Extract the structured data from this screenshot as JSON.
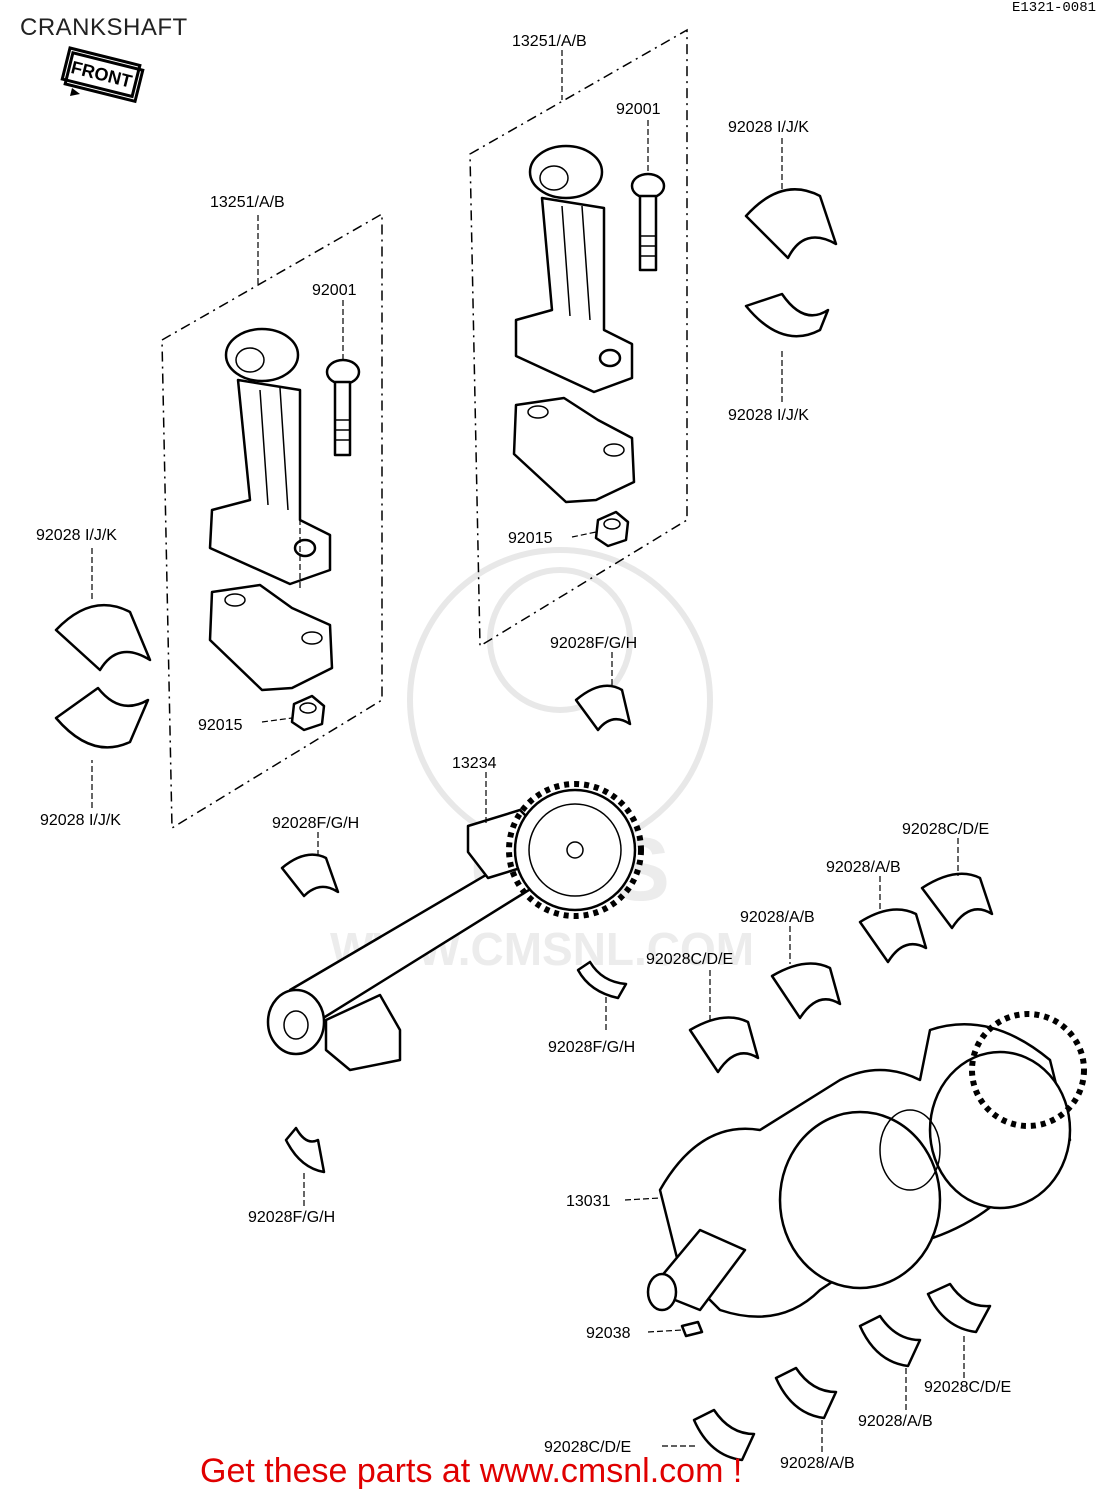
{
  "page_title": "CRANKSHAFT",
  "diagram_code": "E1321-0081",
  "front_label": "FRONT",
  "watermark": {
    "brand": "CMS",
    "url": "WWW.CMSNL.COM"
  },
  "footer_link": "Get these parts at www.cmsnl.com !",
  "callouts": {
    "conrod_assy_left": "13251/A/B",
    "bolt_left": "92001",
    "nut_left": "92015",
    "bearing_left_upper": "92028 I/J/K",
    "bearing_left_lower": "92028 I/J/K",
    "conrod_assy_right": "13251/A/B",
    "bolt_right": "92001",
    "nut_right": "92015",
    "bearing_right_upper": "92028 I/J/K",
    "bearing_right_lower": "92028 I/J/K",
    "bearing_fgh_1": "92028F/G/H",
    "balancer": "13234",
    "bearing_fgh_2": "92028F/G/H",
    "bearing_fgh_3": "92028F/G/H",
    "bearing_fgh_4": "92028F/G/H",
    "bearing_cde_1": "92028C/D/E",
    "bearing_ab_1": "92028/A/B",
    "bearing_ab_2": "92028/A/B",
    "bearing_cde_2": "92028C/D/E",
    "crankshaft": "13031",
    "key": "92038",
    "bearing_cde_3": "92028C/D/E",
    "bearing_ab_3": "92028/A/B",
    "bearing_ab_4": "92028/A/B",
    "bearing_cde_4": "92028C/D/E"
  }
}
